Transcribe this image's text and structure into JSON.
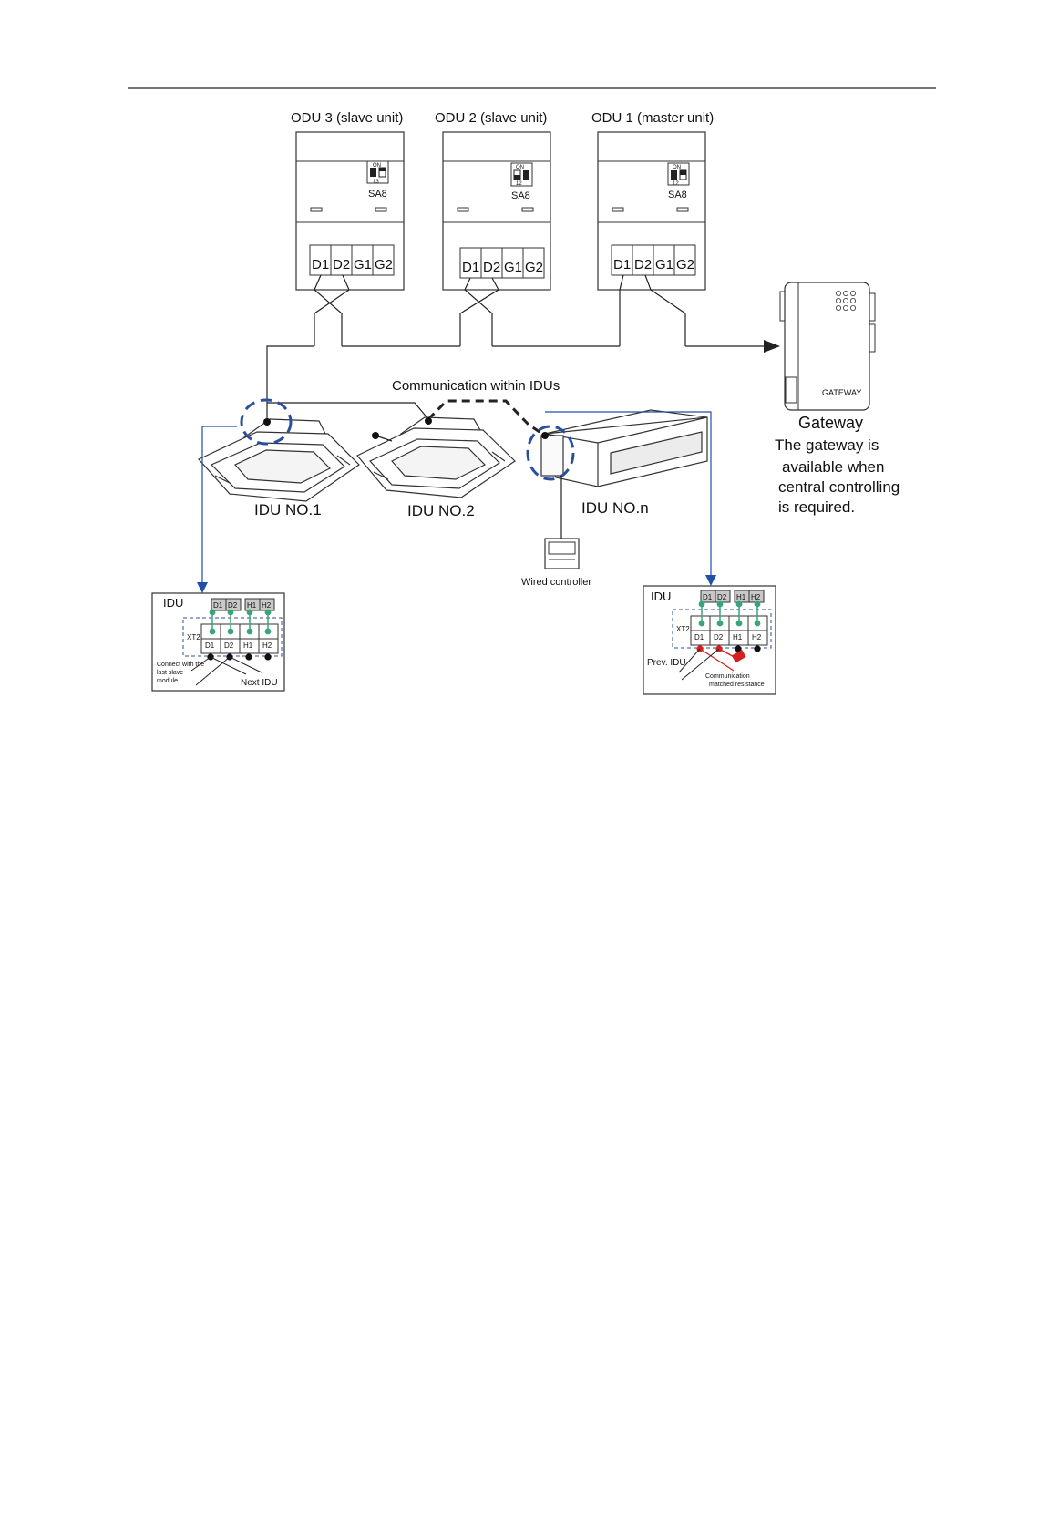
{
  "odus": [
    {
      "label": "ODU 3 (slave unit)",
      "switch": "SA8",
      "dip_on": "ON",
      "dip_num": "13"
    },
    {
      "label": "ODU 2 (slave unit)",
      "switch": "SA8",
      "dip_on": "ON",
      "dip_num": "12"
    },
    {
      "label": "ODU 1 (master unit)",
      "switch": "SA8",
      "dip_on": "ON",
      "dip_num": "12"
    }
  ],
  "terminals": [
    "D1",
    "D2",
    "G1",
    "G2"
  ],
  "communication_label": "Communication within IDUs",
  "idus": [
    "IDU NO.1",
    "IDU NO.2",
    "IDU NO.n"
  ],
  "wired_controller_label": "Wired controller",
  "gateway": {
    "device_text": "GATEWAY",
    "title": "Gateway",
    "note": [
      "The gateway is",
      "available when",
      "central controlling",
      "is required."
    ]
  },
  "detail_left": {
    "title": "IDU",
    "top_terminals": [
      "D1",
      "D2",
      "H1",
      "H2"
    ],
    "strip_label": "XT2",
    "bottom_terminals": [
      "D1",
      "D2",
      "H1",
      "H2"
    ],
    "note_lines": [
      "Connect with the",
      "last slave",
      "module"
    ],
    "next_label": "Next IDU"
  },
  "detail_right": {
    "title": "IDU",
    "top_terminals": [
      "D1",
      "D2",
      "H1",
      "H2"
    ],
    "strip_label": "XT2",
    "bottom_terminals": [
      "D1",
      "D2",
      "H1",
      "H2"
    ],
    "prev_label": "Prev. IDU",
    "resistor_lines": [
      "Communication",
      "matched resistance"
    ]
  },
  "colors": {
    "line": "#222222",
    "blue": "#1f4fa8",
    "dash_blue": "#2a4f9e",
    "green": "#3aa57a",
    "red": "#d62020"
  }
}
